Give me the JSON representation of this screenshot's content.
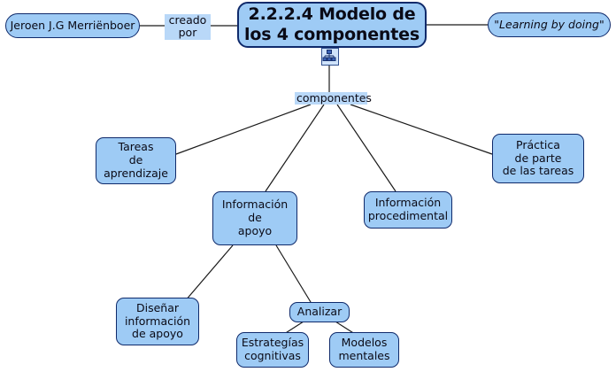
{
  "map": {
    "title": "2.2.2.4 Modelo de los 4 componentes",
    "background_color": "#ffffff",
    "node_fill_color": "#9ecbf5",
    "node_border_color": "#0f2a6b",
    "link_label_background": "#b9d8f8",
    "edge_color": "#1a1a1a"
  },
  "nodes": {
    "author": {
      "label": "Jeroen J.G Merriënboer"
    },
    "root": {
      "label": "2.2.2.4 Modelo de\nlos 4 componentes"
    },
    "learning_by_doing": {
      "label": "\"Learning by doing\""
    },
    "tareas_aprendizaje": {
      "label": "Tareas\nde\naprendizaje"
    },
    "informacion_apoyo": {
      "label": "Información\nde\napoyo"
    },
    "informacion_procedimental": {
      "label": "Información\nprocedimental"
    },
    "practica_tareas": {
      "label": "Práctica\nde  parte\nde las tareas"
    },
    "disenar_informacion": {
      "label": "Diseñar\ninformación\nde apoyo"
    },
    "analizar": {
      "label": "Analizar"
    },
    "estrategias_cognitivas": {
      "label": "Estrategías\ncognitivas"
    },
    "modelos_mentales": {
      "label": "Modelos\nmentales"
    }
  },
  "link_labels": {
    "creado_por": {
      "label": "creado\npor"
    },
    "componentes": {
      "label": "componentes"
    }
  },
  "icons": {
    "hierarchy": {
      "name": "hierarchy-icon"
    }
  }
}
